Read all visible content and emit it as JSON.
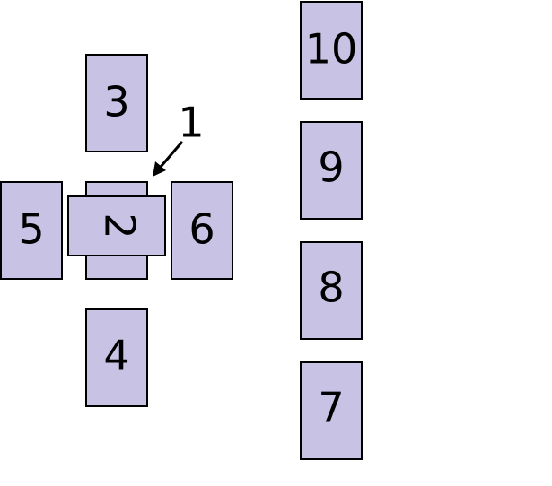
{
  "diagram": {
    "card_fill": "#c8c3e5",
    "card_stroke": "#000000",
    "cards": {
      "c1_callout": "1",
      "c2": "2",
      "c3": "3",
      "c4": "4",
      "c5": "5",
      "c6": "6",
      "c7": "7",
      "c8": "8",
      "c9": "9",
      "c10": "10"
    }
  }
}
